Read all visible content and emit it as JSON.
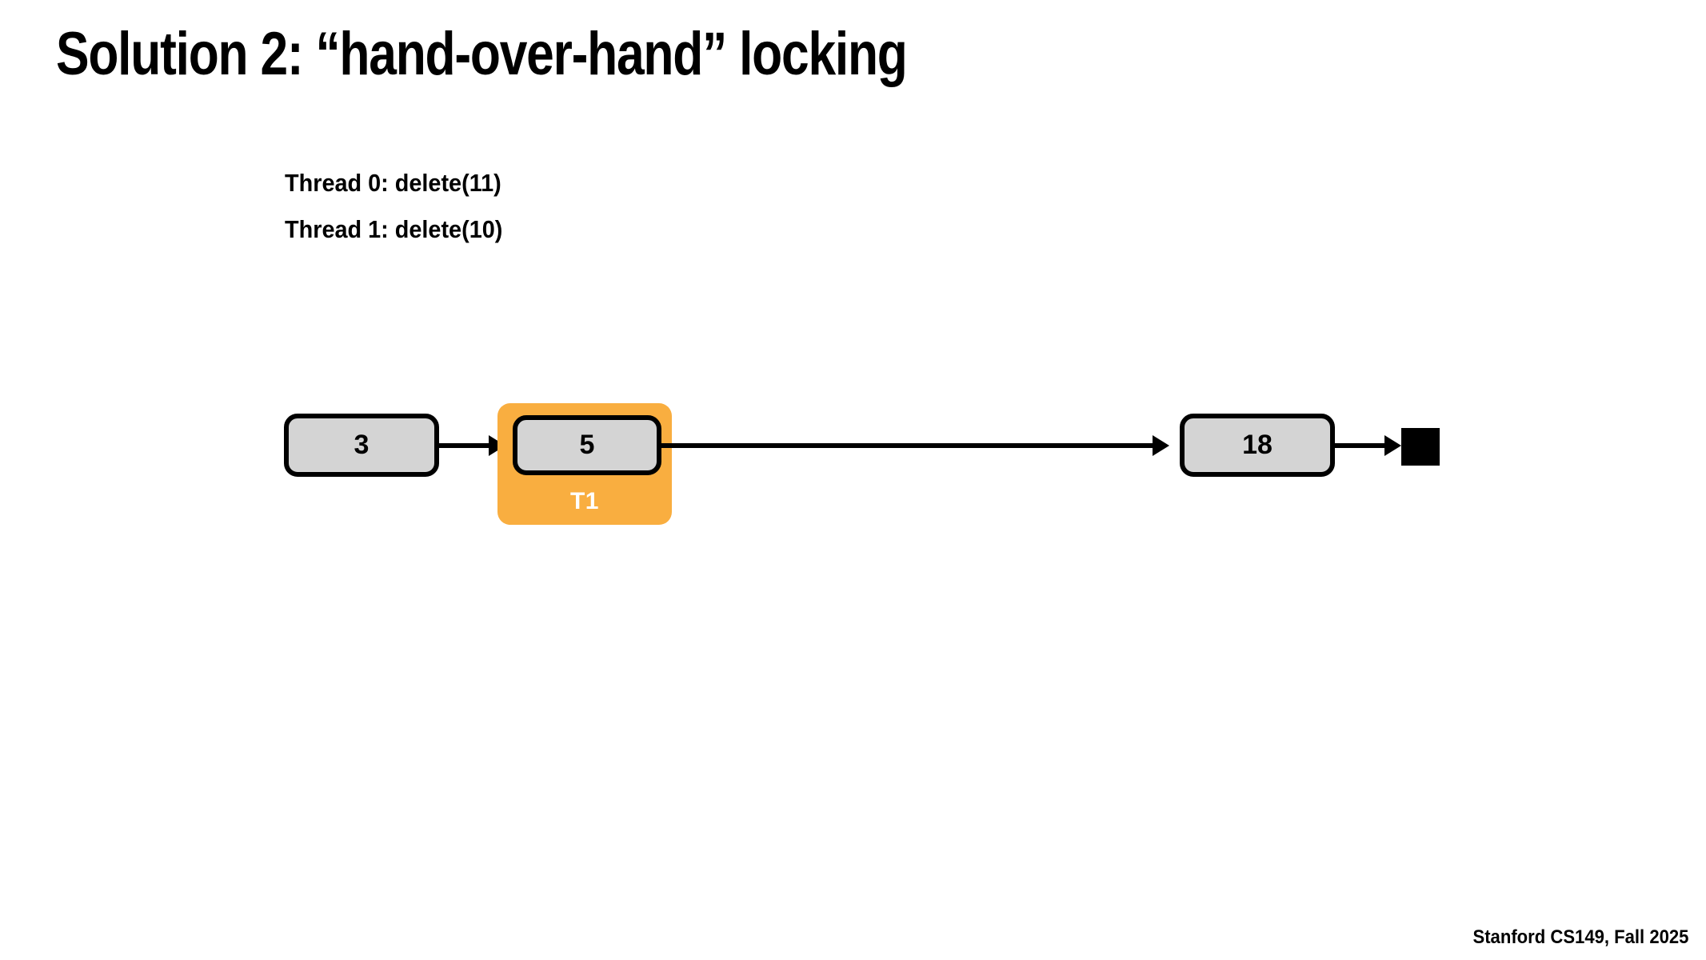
{
  "slide": {
    "title": "Solution 2: “hand-over-hand” locking",
    "footer": "Stanford CS149, Fall 2025",
    "background_color": "#ffffff"
  },
  "threads": [
    {
      "label": "Thread 0: delete(11)"
    },
    {
      "label": "Thread 1: delete(10)"
    }
  ],
  "diagram": {
    "type": "linked-list",
    "node_fill_color": "#d4d4d4",
    "node_border_color": "#000000",
    "lock_highlight_color": "#f9ae40",
    "lock_label_color": "#ffffff",
    "nodes": [
      {
        "value": "3",
        "locked_by": ""
      },
      {
        "value": "5",
        "locked_by": "T1"
      },
      {
        "value": "18",
        "locked_by": ""
      }
    ],
    "terminator": {
      "kind": "null-square",
      "color": "#000000"
    },
    "edges": [
      {
        "from": "3",
        "to": "5"
      },
      {
        "from": "5",
        "to": "18"
      },
      {
        "from": "18",
        "to": "null"
      }
    ]
  }
}
